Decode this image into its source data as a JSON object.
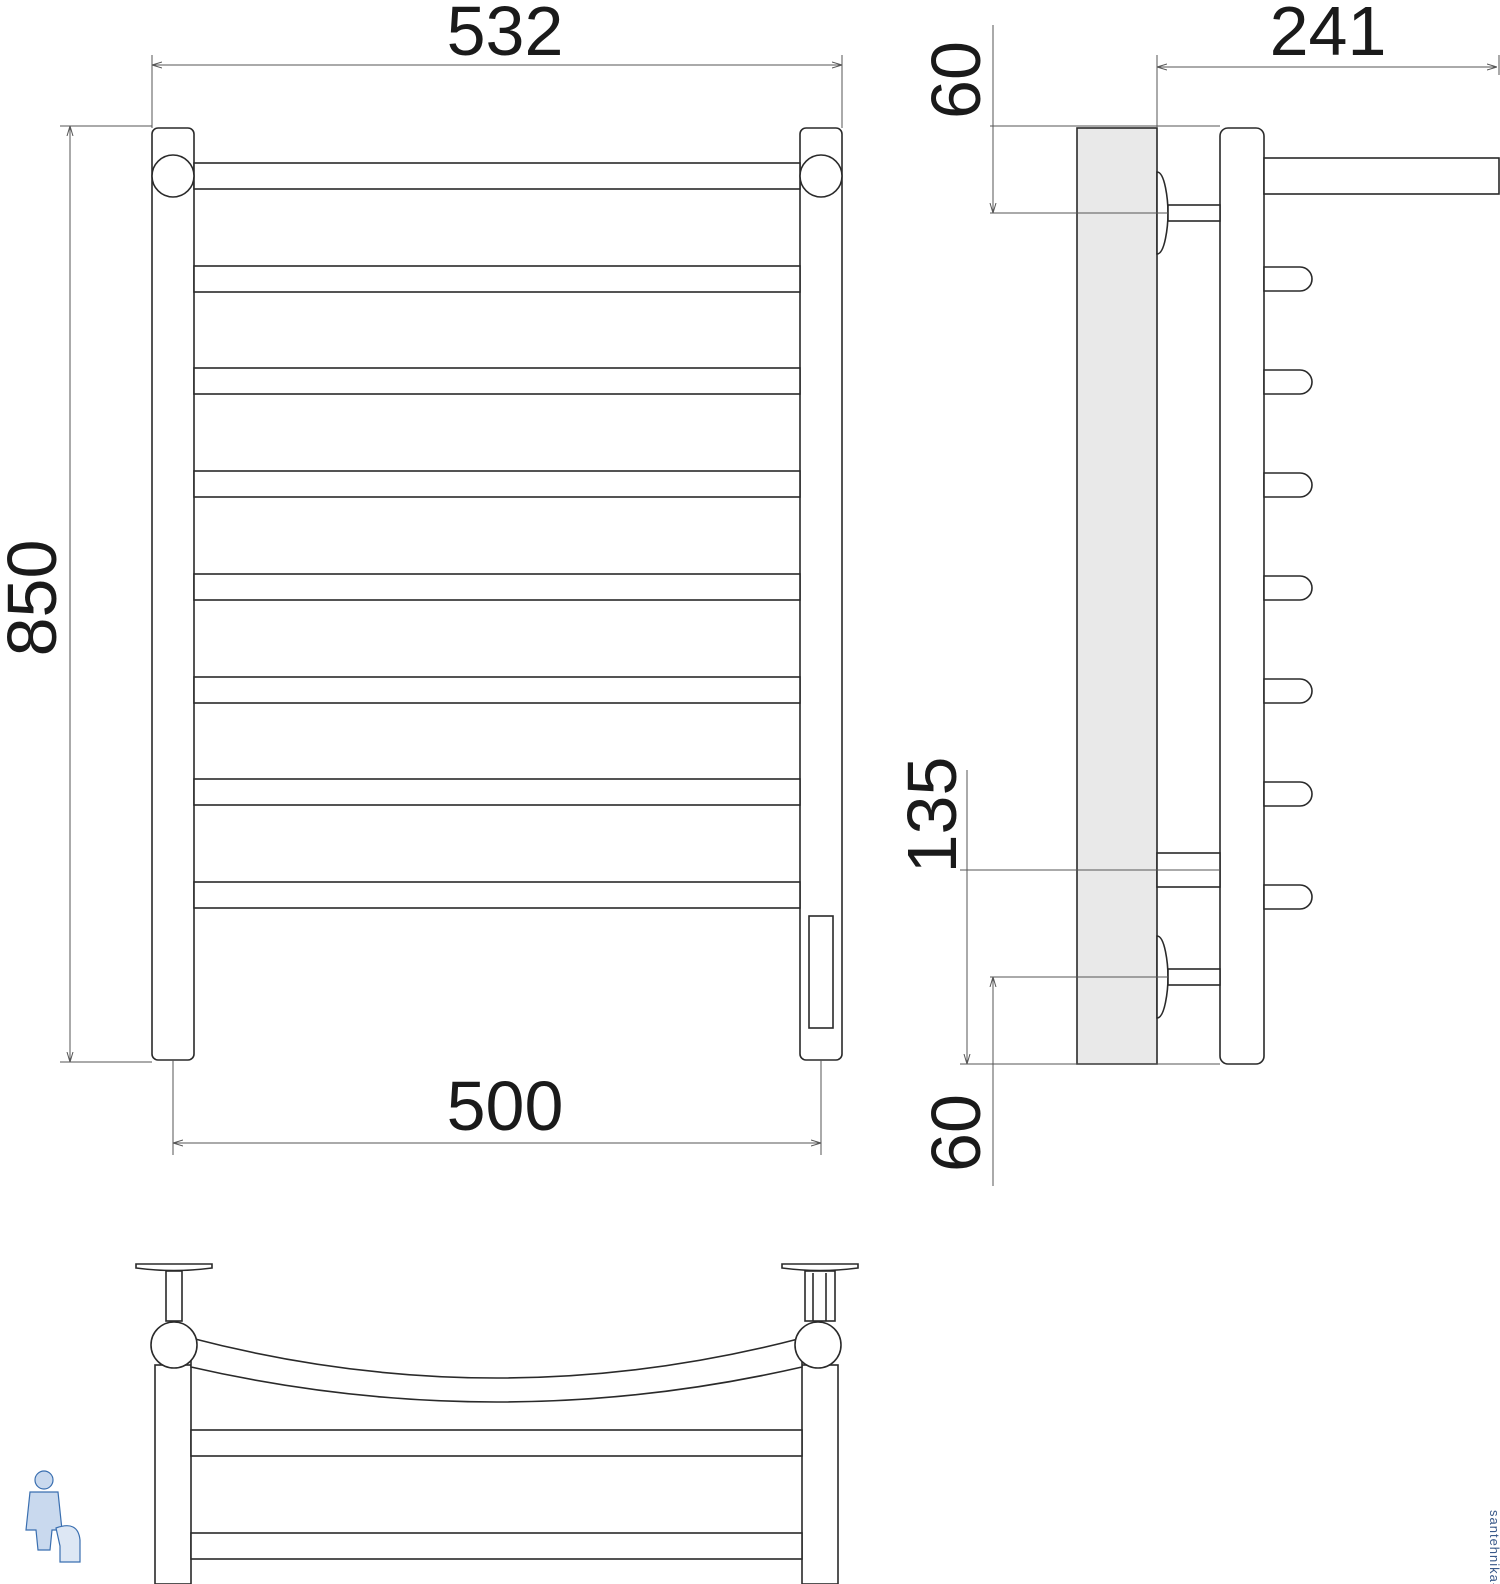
{
  "dimensions": {
    "overall_width": "532",
    "overall_height": "850",
    "mount_spacing": "500",
    "depth": "241",
    "top_offset": "60",
    "bottom_offset": "60",
    "lower_spacing": "135"
  },
  "watermark": {
    "text": "santehnika-opt.ru"
  },
  "colors": {
    "line": "#2a2a2a",
    "wall": "#e9e9e9",
    "logo": "#3a6fb0"
  }
}
